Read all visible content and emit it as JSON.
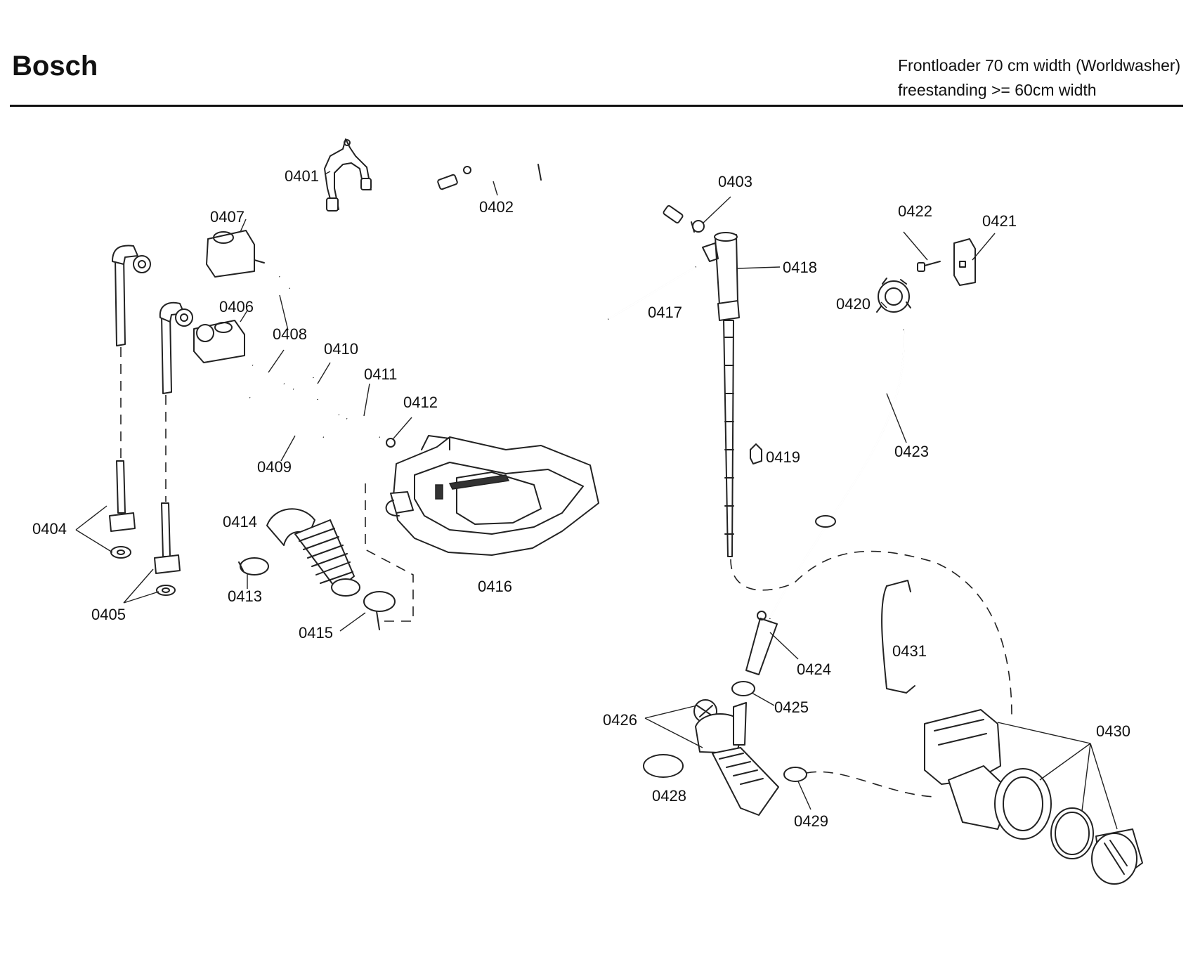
{
  "header": {
    "brand": "Bosch",
    "model_line1": "Frontloader 70 cm width (Worldwasher)",
    "model_line2": "freestanding >= 60cm width"
  },
  "parts": {
    "p0401": "0401",
    "p0402": "0402",
    "p0403": "0403",
    "p0404": "0404",
    "p0405": "0405",
    "p0406": "0406",
    "p0407": "0407",
    "p0408": "0408",
    "p0409": "0409",
    "p0410": "0410",
    "p0411": "0411",
    "p0412": "0412",
    "p0413": "0413",
    "p0414": "0414",
    "p0415": "0415",
    "p0416": "0416",
    "p0417": "0417",
    "p0418": "0418",
    "p0419": "0419",
    "p0420": "0420",
    "p0421": "0421",
    "p0422": "0422",
    "p0423": "0423",
    "p0424": "0424",
    "p0425": "0425",
    "p0426": "0426",
    "p0428": "0428",
    "p0429": "0429",
    "p0430": "0430",
    "p0431": "0431"
  }
}
